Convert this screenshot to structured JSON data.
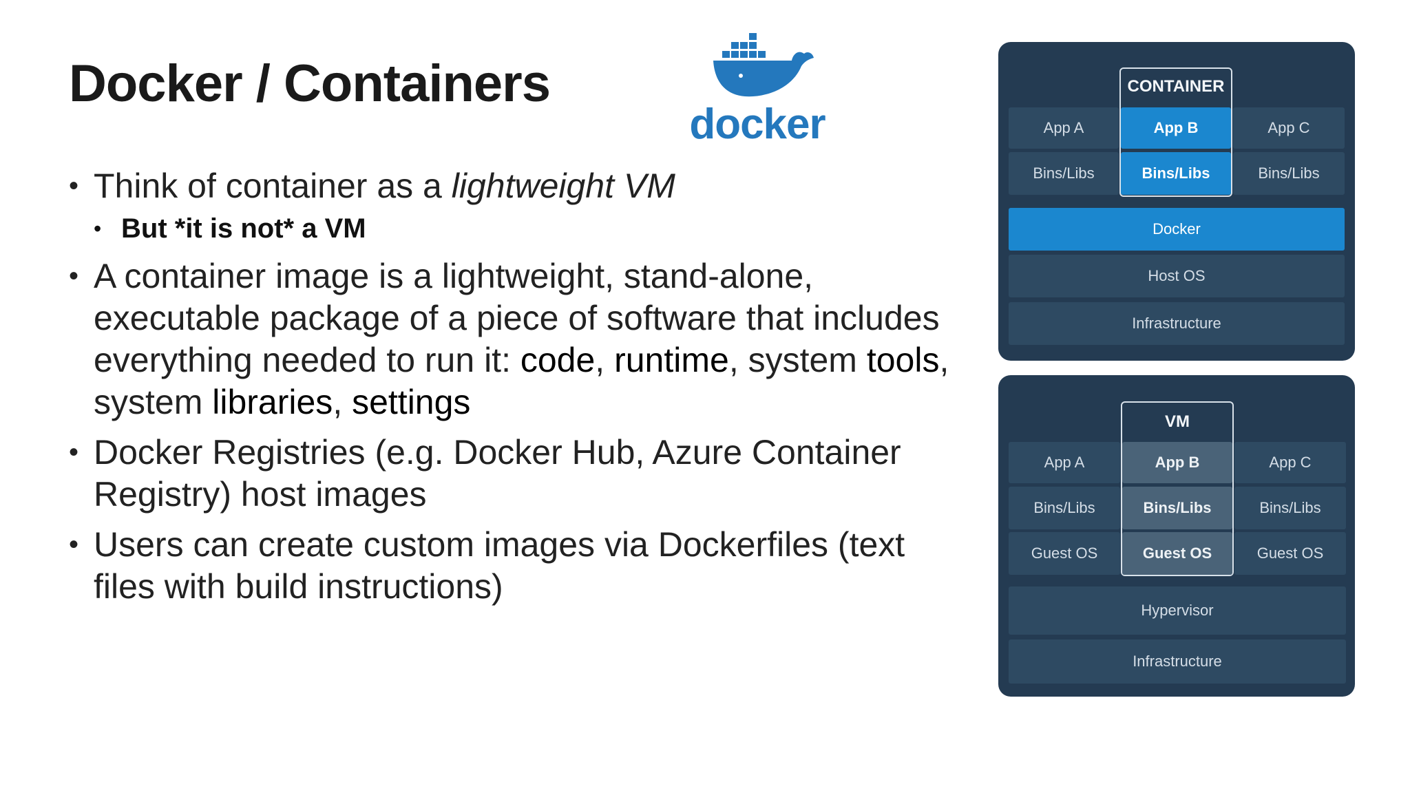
{
  "slide": {
    "title": "Docker / Containers",
    "logo_text": "docker"
  },
  "bullets": {
    "b1_text": "Think of container as a ",
    "b1_emphasis": "lightweight VM",
    "b1_sub": "But *it is not* a VM",
    "b2_parts": [
      "A container image is a lightweight, stand-alone, executable package of a piece of software that includes everything needed to run it: ",
      "code",
      ", ",
      "runtime",
      ", system ",
      "tools",
      ", system ",
      "libraries",
      ", ",
      "settings"
    ],
    "b3_text": "Docker Registries (e.g. Docker Hub, Azure Container Registry) host images",
    "b4_text": "Users can create custom images via Dockerfiles (text files with build instructions)"
  },
  "container_diagram": {
    "outline_label": "CONTAINER",
    "apps": [
      "App A",
      "App B",
      "App C"
    ],
    "libs": [
      "Bins/Libs",
      "Bins/Libs",
      "Bins/Libs"
    ],
    "engine": "Docker",
    "host_os": "Host OS",
    "infrastructure": "Infrastructure"
  },
  "vm_diagram": {
    "outline_label": "VM",
    "apps": [
      "App A",
      "App B",
      "App C"
    ],
    "libs": [
      "Bins/Libs",
      "Bins/Libs",
      "Bins/Libs"
    ],
    "guest_os": [
      "Guest OS",
      "Guest OS",
      "Guest OS"
    ],
    "hypervisor": "Hypervisor",
    "infrastructure": "Infrastructure"
  },
  "colors": {
    "panel_bg": "#243b52",
    "cell_bg": "#2e4a62",
    "highlight_blue": "#1b87cf",
    "highlight_grey": "#4a6378",
    "logo_blue": "#2478bd"
  }
}
